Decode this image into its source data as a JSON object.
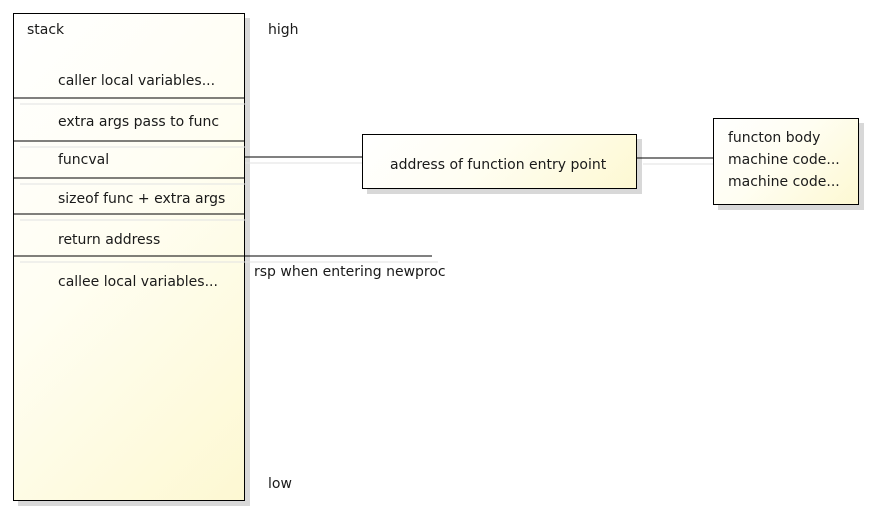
{
  "stack": {
    "title": "stack",
    "rows": [
      "caller local variables...",
      "extra args pass to func",
      "funcval",
      "sizeof func + extra args",
      "return address",
      "callee local variables..."
    ]
  },
  "labels": {
    "high": "high",
    "low": "low",
    "rsp": "rsp when entering newproc"
  },
  "entry_box": {
    "text": "address of function entry point"
  },
  "function_body": {
    "lines": [
      "functon body",
      "machine code...",
      "machine code..."
    ]
  }
}
